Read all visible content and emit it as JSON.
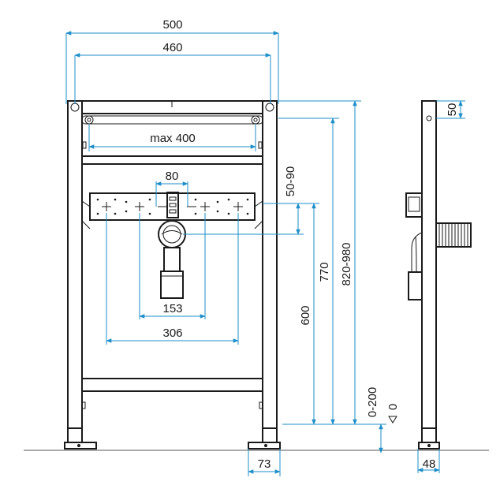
{
  "dimensions": {
    "overall_width": "500",
    "inner_width": "460",
    "max_width": "max 400",
    "center_spacing": "80",
    "hole_spacing_inner": "153",
    "hole_spacing_outer": "306",
    "drain_offset": "50-90",
    "height_770": "770",
    "height_600": "600",
    "height_range": "820-980",
    "floor_adjust": "0-200",
    "floor_zero": "0",
    "top_offset": "50",
    "foot_width": "73",
    "depth": "48"
  },
  "colors": {
    "dimension_line": "#1e8fc9",
    "frame": "#1a1a1a"
  }
}
